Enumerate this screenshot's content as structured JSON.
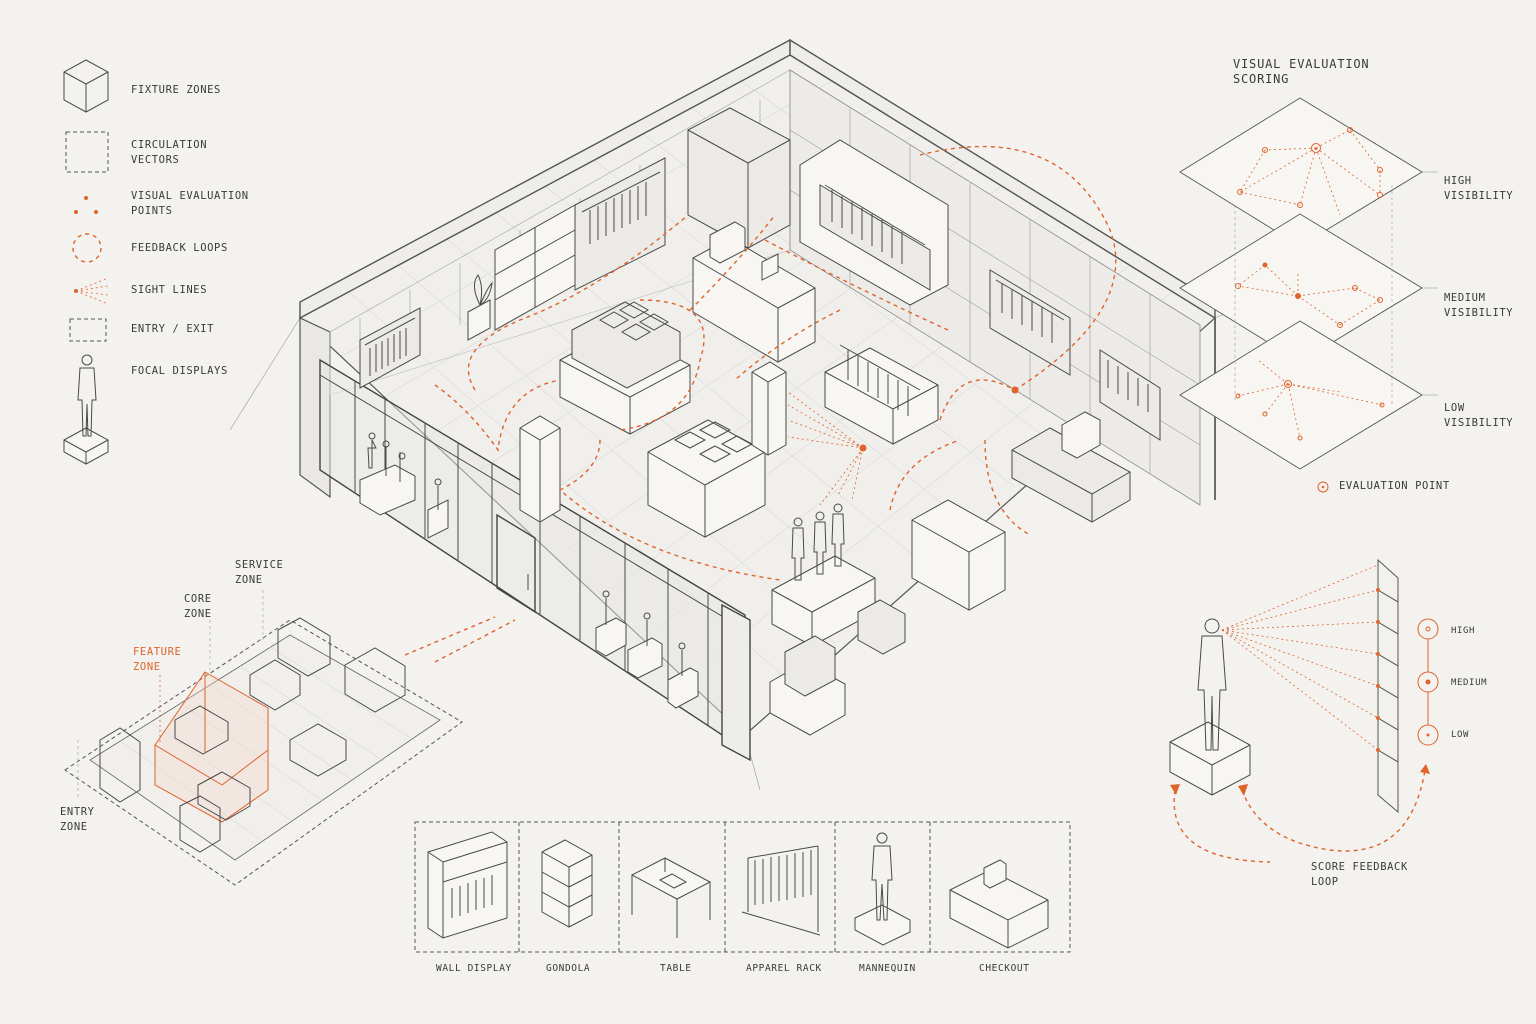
{
  "legend": {
    "items": [
      {
        "label": "FIXTURE ZONES",
        "icon": "cube-icon"
      },
      {
        "label": "CIRCULATION\nVECTORS",
        "icon": "dashed-square-icon"
      },
      {
        "label": "VISUAL EVALUATION\nPOINTS",
        "icon": "orange-dots-icon"
      },
      {
        "label": "FEEDBACK LOOPS",
        "icon": "dashed-circle-icon"
      },
      {
        "label": "SIGHT LINES",
        "icon": "sight-lines-icon"
      },
      {
        "label": "ENTRY / EXIT",
        "icon": "dashed-rectangle-icon"
      },
      {
        "label": "FOCAL DISPLAYS",
        "icon": "mannequin-icon"
      }
    ]
  },
  "zones": {
    "service": "SERVICE\nZONE",
    "core": "CORE\nZONE",
    "feature": "FEATURE\nZONE",
    "entry": "ENTRY\nZONE"
  },
  "scoring": {
    "title": "VISUAL EVALUATION\nSCORING",
    "levels": [
      "HIGH\nVISIBILITY",
      "MEDIUM\nVISIBILITY",
      "LOW\nVISIBILITY"
    ],
    "evaluation_point": "EVALUATION POINT"
  },
  "sightline": {
    "levels": [
      "HIGH",
      "MEDIUM",
      "LOW"
    ],
    "feedback": "SCORE FEEDBACK\nLOOP"
  },
  "fixtures": [
    "WALL DISPLAY",
    "GONDOLA",
    "TABLE",
    "APPAREL RACK",
    "MANNEQUIN",
    "CHECKOUT"
  ],
  "colors": {
    "accent": "#e0632a",
    "ink": "#4a4a4a",
    "paper": "#f3f2ef"
  }
}
